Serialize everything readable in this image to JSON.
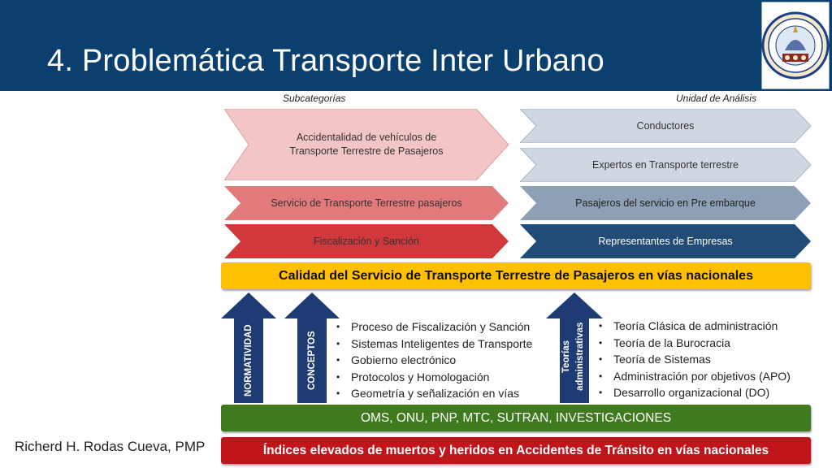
{
  "header": {
    "title": "4. Problemática Transporte Inter Urbano"
  },
  "labels": {
    "subcategories": "Subcategorías",
    "unit": "Unidad de Análisis"
  },
  "subcategories": [
    {
      "text": "Accidentalidad de vehículos de Transporte Terrestre de Pasajeros",
      "color": "#f4c5c6"
    },
    {
      "text": "Servicio de Transporte Terrestre pasajeros",
      "color": "#e27a7c"
    },
    {
      "text": "Fiscalización y Sanción",
      "color": "#d0383b"
    }
  ],
  "units": [
    {
      "text": "Conductores",
      "color": "#cfd8e1"
    },
    {
      "text": "Expertos en Transporte terrestre",
      "color": "#cfd8e1"
    },
    {
      "text": "Pasajeros del servicio en Pre embarque",
      "color": "#8da0b6"
    },
    {
      "text": "Representantes de Empresas",
      "color": "#214c77"
    }
  ],
  "main_banner": {
    "text": "Calidad del Servicio de Transporte Terrestre de Pasajeros en vías nacionales",
    "color": "#ffc000"
  },
  "arrows": {
    "normatividad": "NORMATIVIDAD",
    "conceptos": "CONCEPTOS",
    "teorias_line1": "Teorías",
    "teorias_line2": "administrativas"
  },
  "concepts_list": [
    "Proceso de Fiscalización y Sanción",
    "Sistemas Inteligentes de Transporte",
    "Gobierno electrónico",
    "Protocolos y Homologación",
    "Geometría y señalización en vías"
  ],
  "theories_list": [
    "Teoría Clásica de administración",
    "Teoría de la Burocracia",
    "Teoría de Sistemas",
    "Administración por objetivos (APO)",
    "Desarrollo organizacional (DO)"
  ],
  "sources_banner": {
    "text": "OMS, ONU, PNP, MTC, SUTRAN, INVESTIGACIONES",
    "color": "#3f7a1e"
  },
  "problem_banner": {
    "text": "Índices elevados de muertos y heridos en Accidentes de Tránsito en vías nacionales",
    "color": "#c0161b"
  },
  "author": "Richerd H. Rodas Cueva, PMP",
  "colors": {
    "header": "#0b3f6e",
    "arrow": "#1f3b73"
  }
}
